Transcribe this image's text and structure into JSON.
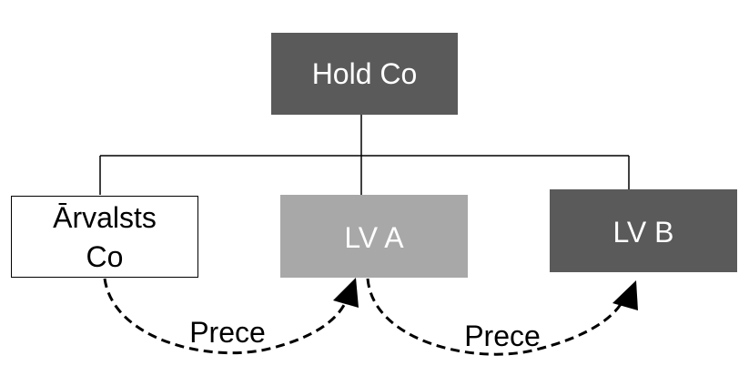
{
  "nodes": {
    "hold_co": {
      "label": "Hold Co"
    },
    "arvalsts_co": {
      "label_line1": "Ārvalsts",
      "label_line2": "Co"
    },
    "lv_a": {
      "label": "LV A"
    },
    "lv_b": {
      "label": "LV B"
    }
  },
  "edges": {
    "arvalsts_to_lv_a": {
      "label": "Prece"
    },
    "lv_a_to_lv_b": {
      "label": "Prece"
    }
  },
  "colors": {
    "dark_box": "#5a5a5a",
    "light_box": "#a8a8a8",
    "white_box": "#ffffff",
    "line": "#000000",
    "box_text_light": "#ffffff",
    "box_text_dark": "#000000"
  }
}
